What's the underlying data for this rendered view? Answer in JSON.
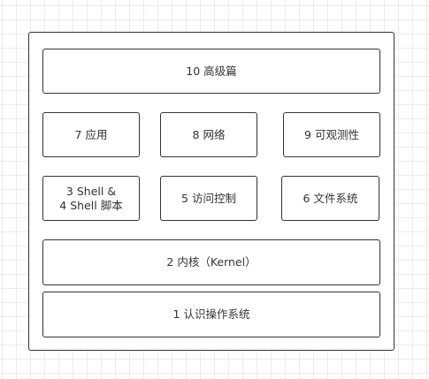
{
  "diagram": {
    "outer_border_color": "#333333",
    "layers": [
      {
        "key": "advanced",
        "label": "10 高级篇"
      },
      {
        "key": "application",
        "label": "7 应用"
      },
      {
        "key": "network",
        "label": "8 网络"
      },
      {
        "key": "observability",
        "label": "9 可观测性"
      },
      {
        "key": "shell",
        "label": "3 Shell &\n4 Shell 脚本"
      },
      {
        "key": "access-control",
        "label": "5 访问控制"
      },
      {
        "key": "filesystem",
        "label": "6 文件系统"
      },
      {
        "key": "kernel",
        "label": "2 内核（Kernel）"
      },
      {
        "key": "intro",
        "label": "1 认识操作系统"
      }
    ]
  }
}
